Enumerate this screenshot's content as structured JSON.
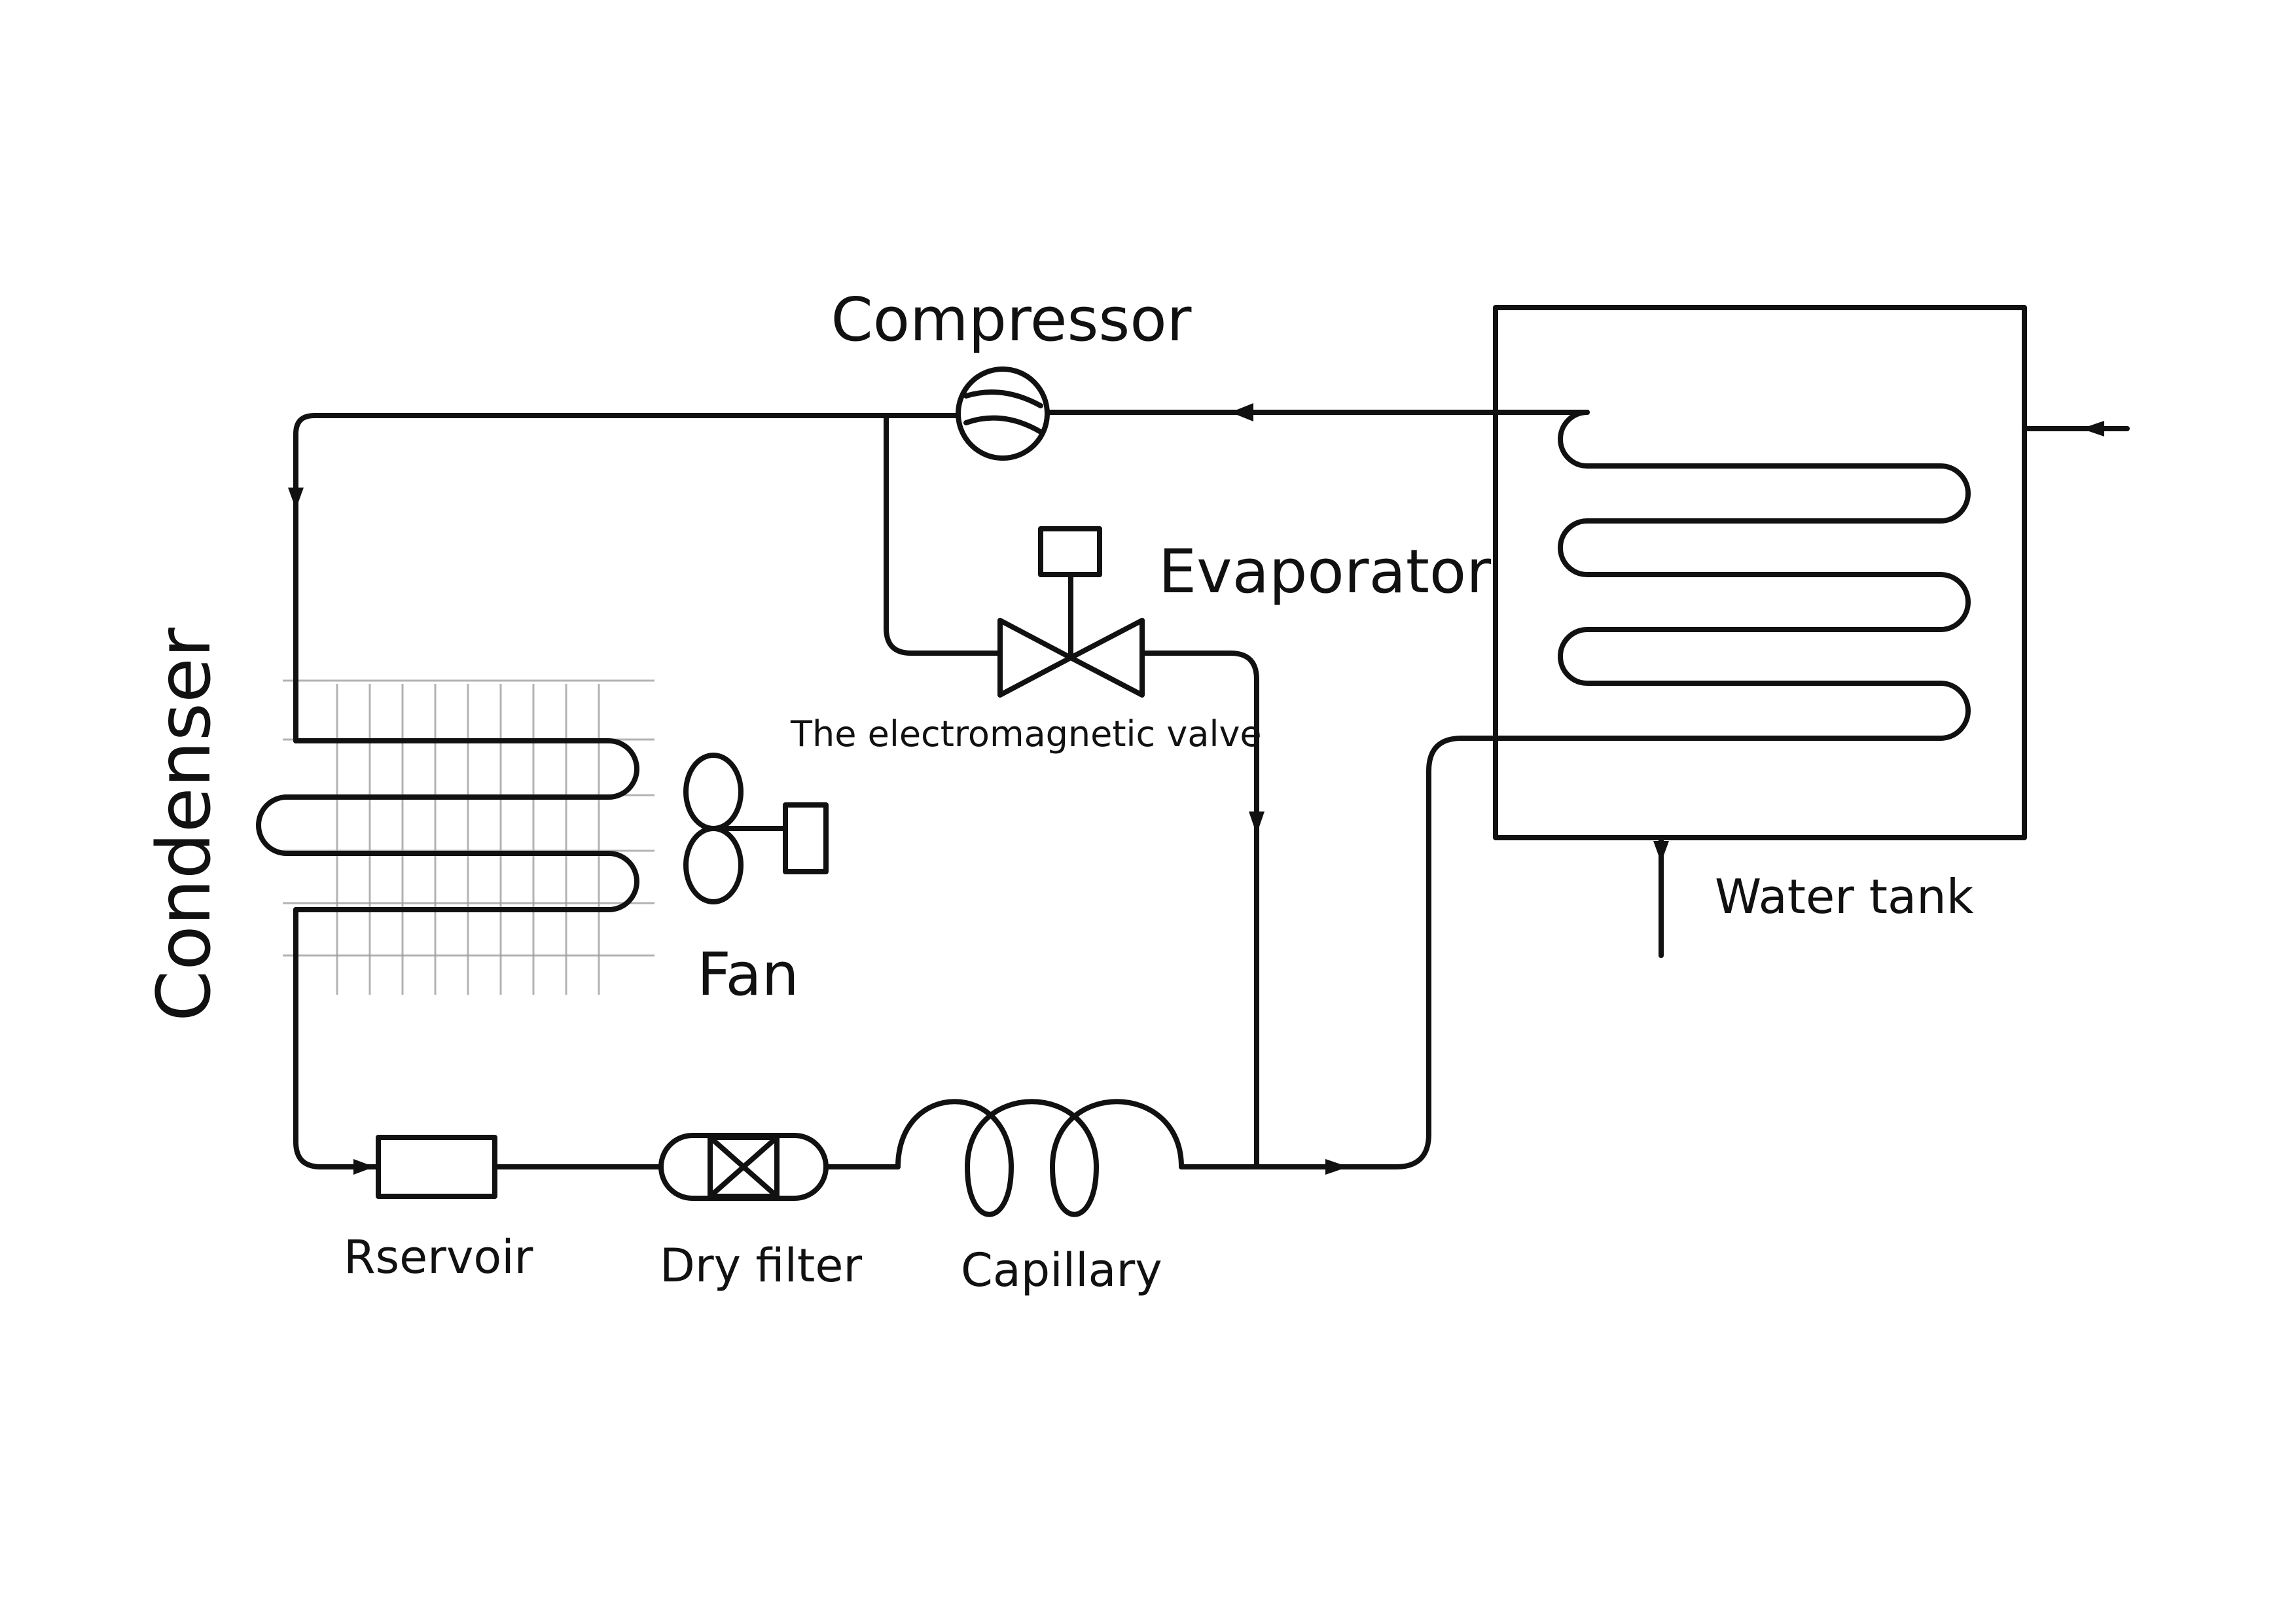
{
  "labels": {
    "compressor": "Compressor",
    "evaporator": "Evaporator",
    "valve": "The electromagnetic valve",
    "condenser": "Condenser",
    "fan": "Fan",
    "water_tank": "Water tank",
    "reservoir": "Rservoir",
    "dry_filter": "Dry filter",
    "capillary": "Capillary"
  }
}
